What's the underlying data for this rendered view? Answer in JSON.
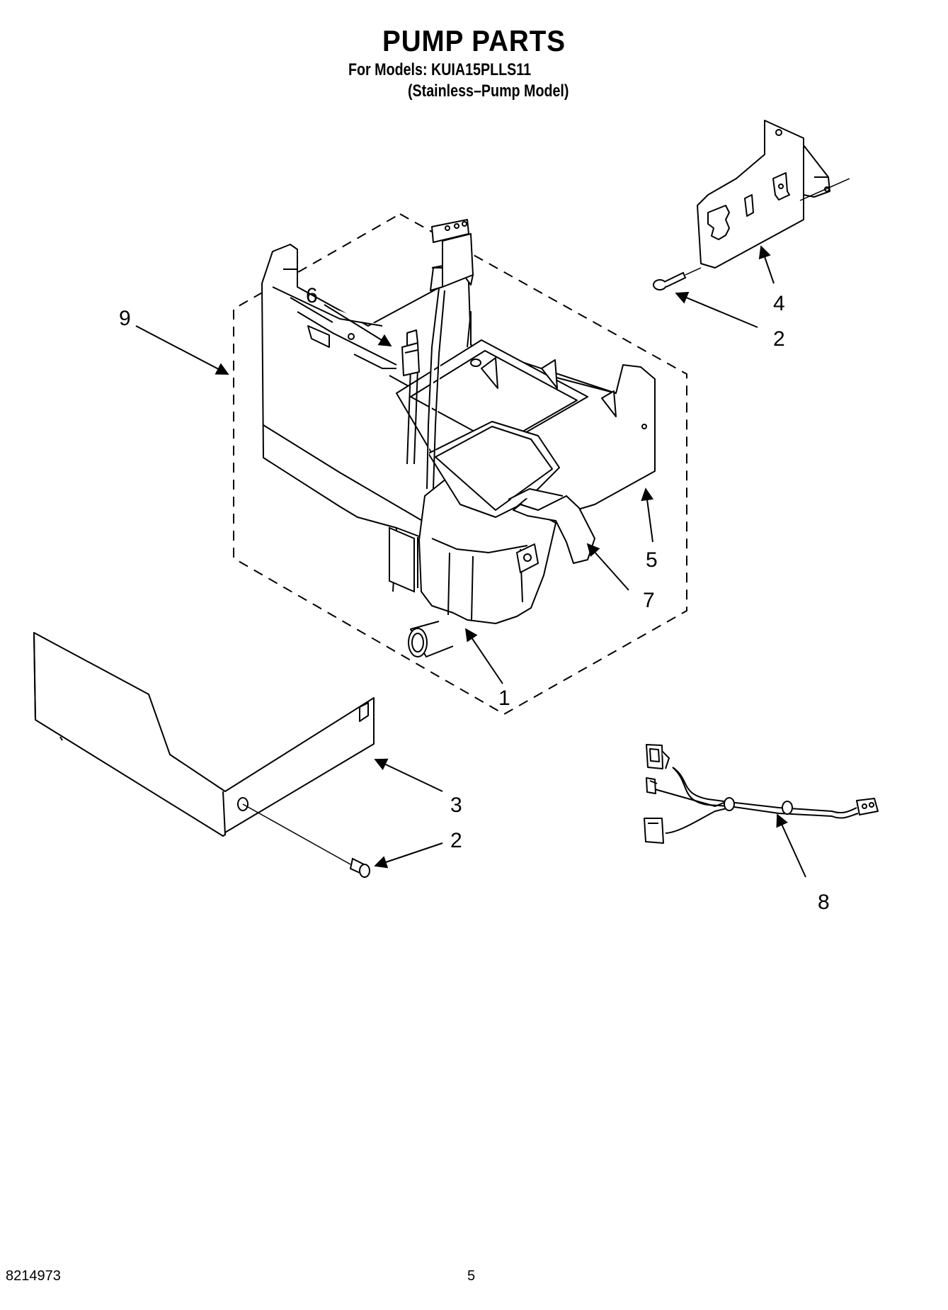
{
  "header": {
    "title": "PUMP PARTS",
    "models": "For Models: KUIA15PLLS11",
    "variant": "(Stainless–Pump Model)"
  },
  "callouts": [
    "1",
    "2",
    "2",
    "3",
    "4",
    "5",
    "6",
    "7",
    "8",
    "9"
  ],
  "footer": {
    "doc_number": "8214973",
    "page_number": "5"
  }
}
